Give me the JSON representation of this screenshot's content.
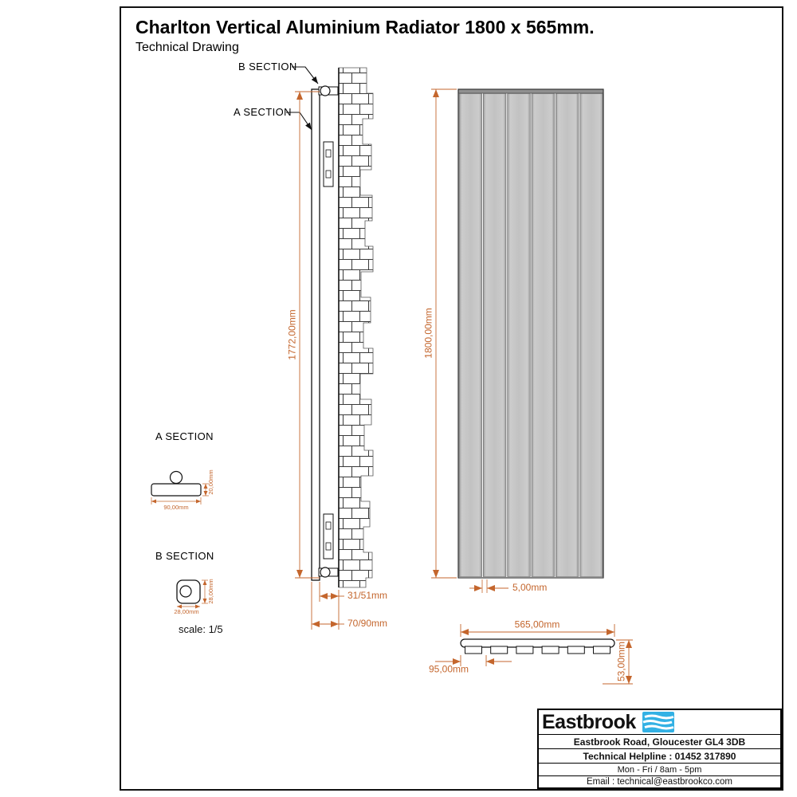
{
  "header": {
    "title": "Charlton Vertical Aluminium Radiator 1800 x 565mm.",
    "subtitle": "Technical Drawing"
  },
  "callouts": {
    "b_section": "B SECTION",
    "a_section": "A SECTION"
  },
  "side_view": {
    "height_dim": "1772,00mm",
    "wall_gap_dim": "31/51mm",
    "overall_depth_dim": "70/90mm"
  },
  "front_view": {
    "height_dim": "1800,00mm",
    "panel_gap_dim": "5,00mm"
  },
  "plan_view": {
    "width_dim": "565,00mm",
    "panel_pitch_dim": "95,00mm",
    "depth_dim": "53,00mm"
  },
  "details": {
    "a_section": {
      "label": "A SECTION",
      "width_dim": "90,00mm",
      "height_dim": "20,00mm"
    },
    "b_section": {
      "label": "B SECTION",
      "width_dim": "28,00mm",
      "height_dim": "28,00mm"
    },
    "scale": "scale: 1/5"
  },
  "info_box": {
    "brand": "Eastbrook",
    "logo_icon": "eastbrook-waves-logo",
    "address": "Eastbrook Road, Gloucester GL4 3DB",
    "helpline": "Technical Helpline : 01452 317890",
    "hours": "Mon - Fri / 8am - 5pm",
    "email": "Email : technical@eastbrookco.com"
  },
  "colors": {
    "dimension": "#c4662d",
    "line": "#1c1c1c",
    "panel_fill": "#c6c6c6",
    "panel_edge": "#9a9a9a",
    "brand_blue": "#33b1e4"
  }
}
